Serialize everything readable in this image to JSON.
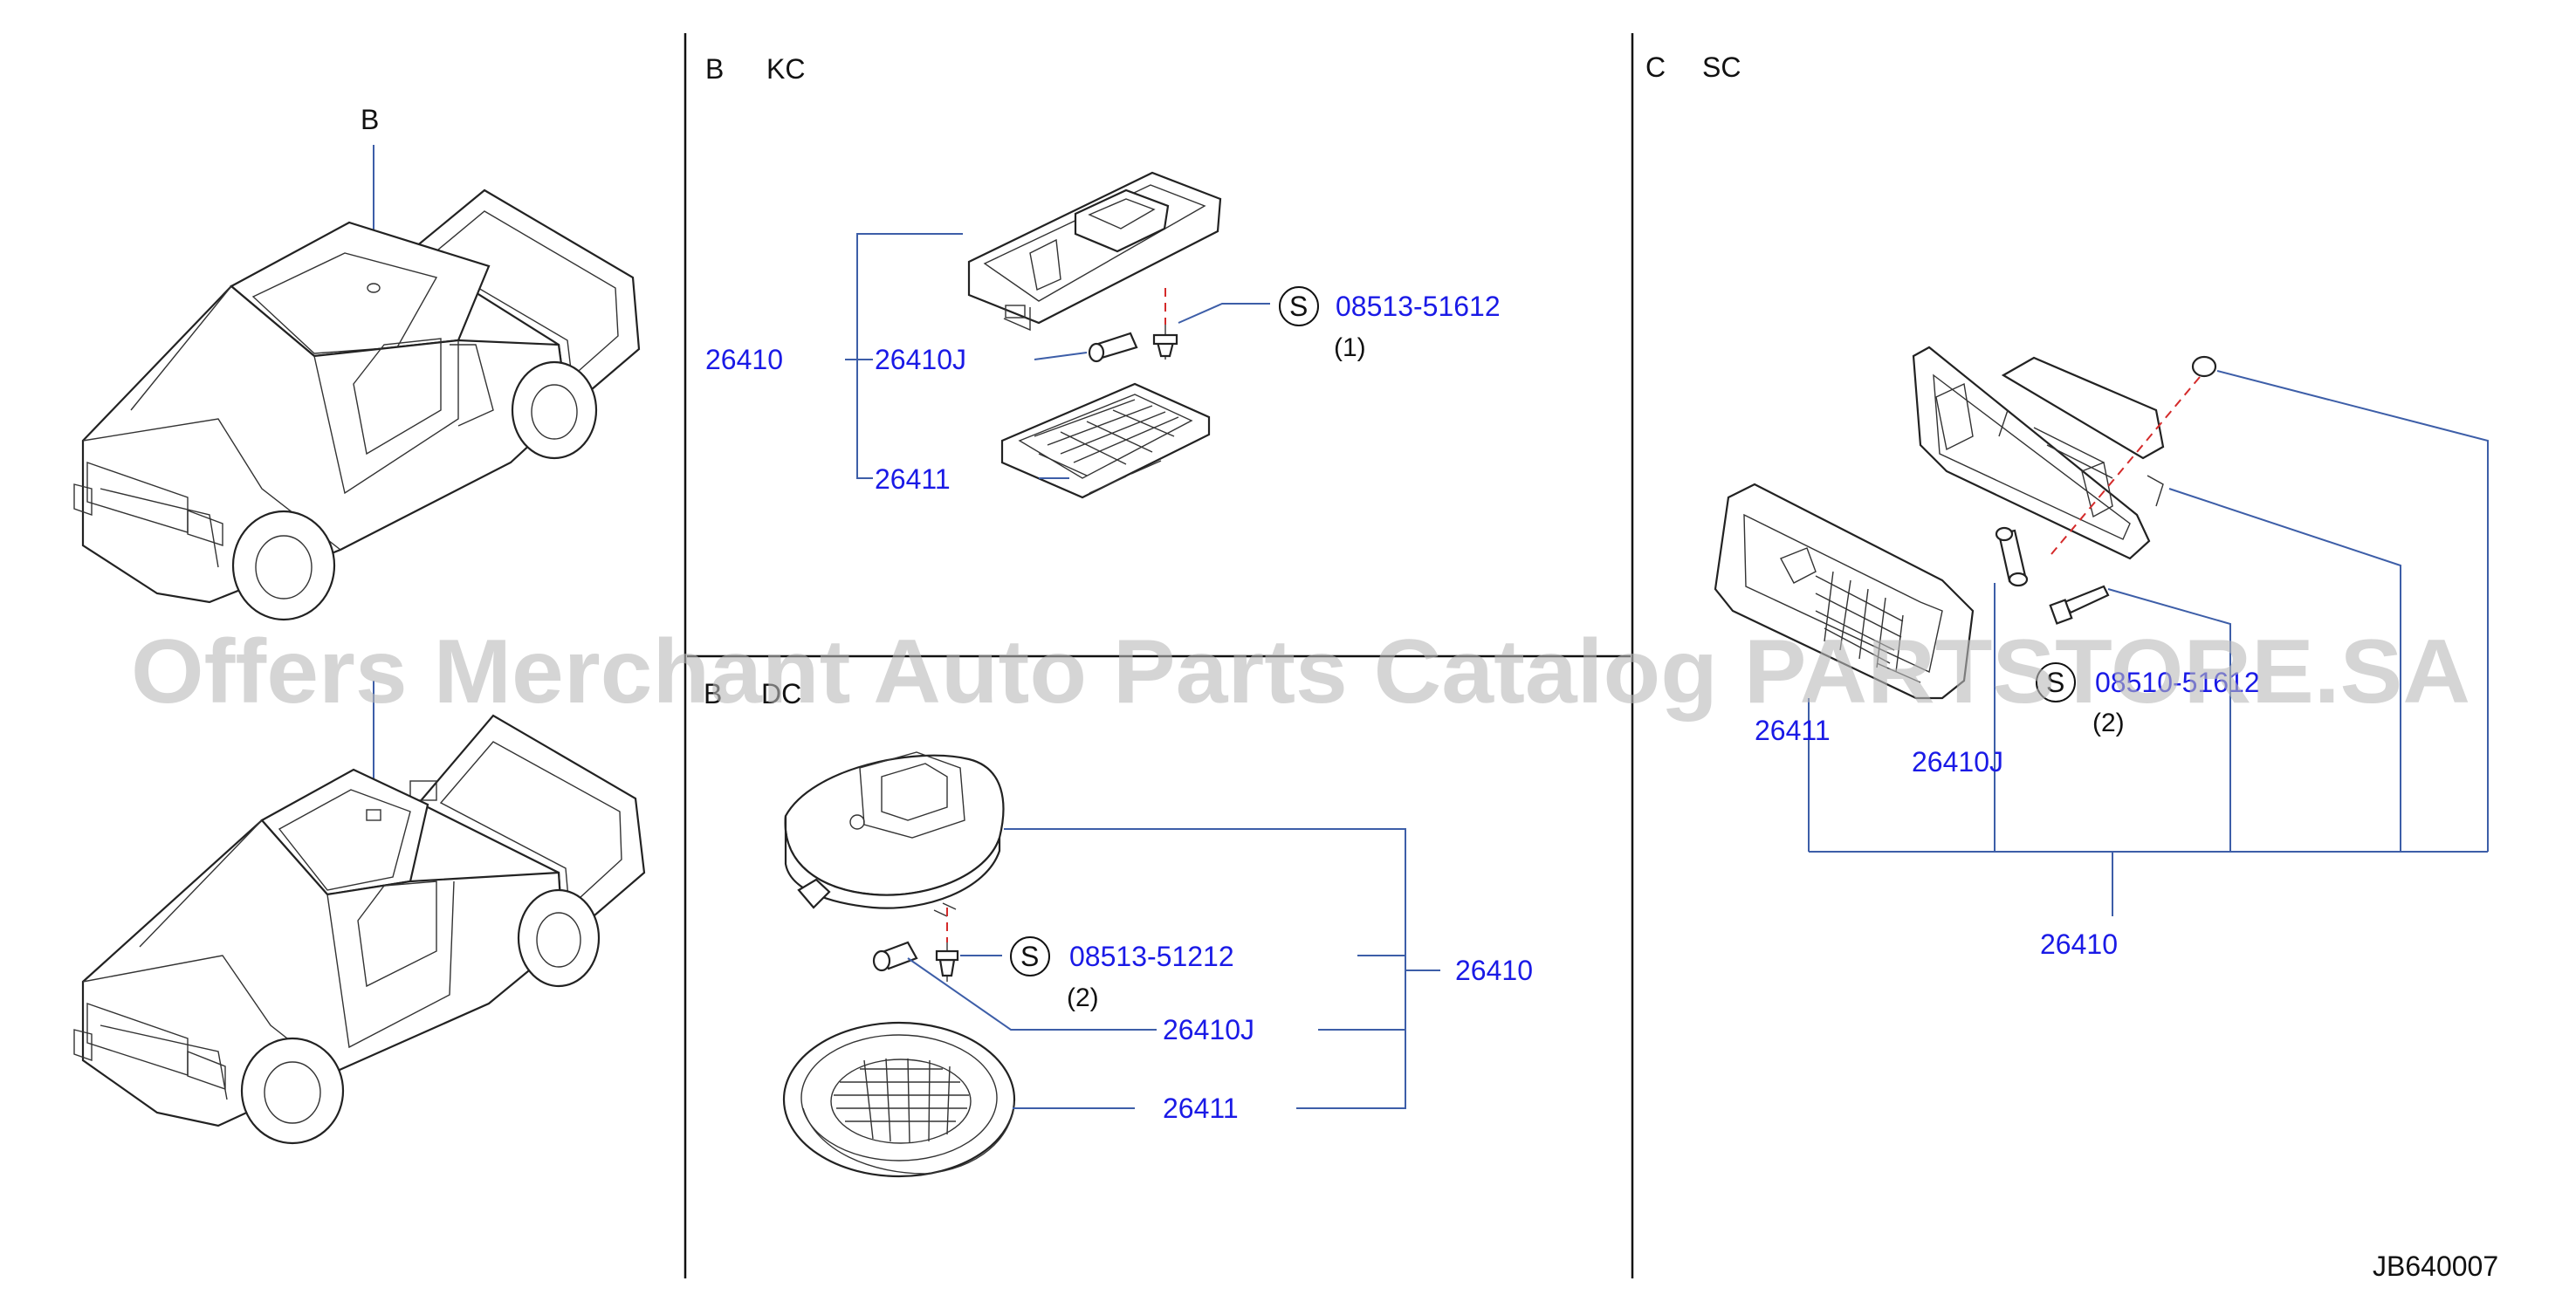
{
  "truck_top": {
    "callout": "B"
  },
  "truck_bottom": {
    "callout": ""
  },
  "panel_b_top": {
    "title_letter": "B",
    "title_code": "KC",
    "assembly_part": "26410",
    "bulb_part": "26410J",
    "lens_part": "26411",
    "screw_symbol": "S",
    "screw_part": "08513-51612",
    "screw_qty": "(1)"
  },
  "panel_b_bottom": {
    "title_letter": "B",
    "title_code": "DC",
    "assembly_part": "26410",
    "bulb_part": "26410J",
    "lens_part": "26411",
    "screw_symbol": "S",
    "screw_part": "08513-51212",
    "screw_qty": "(2)"
  },
  "panel_c": {
    "title_letter": "C",
    "title_code": "SC",
    "assembly_part": "26410",
    "bulb_part": "26410J",
    "lens_part": "26411",
    "screw_symbol": "S",
    "screw_part": "08510-51612",
    "screw_qty": "(2)"
  },
  "diagram_code": "JB640007",
  "watermark": "Offers Merchant Auto Parts Catalog PARTSTORE.SA",
  "colors": {
    "part_number": "#1a1ae6",
    "leader": "#3d5ea8",
    "line": "#222222",
    "seal": "#d42a2a"
  }
}
